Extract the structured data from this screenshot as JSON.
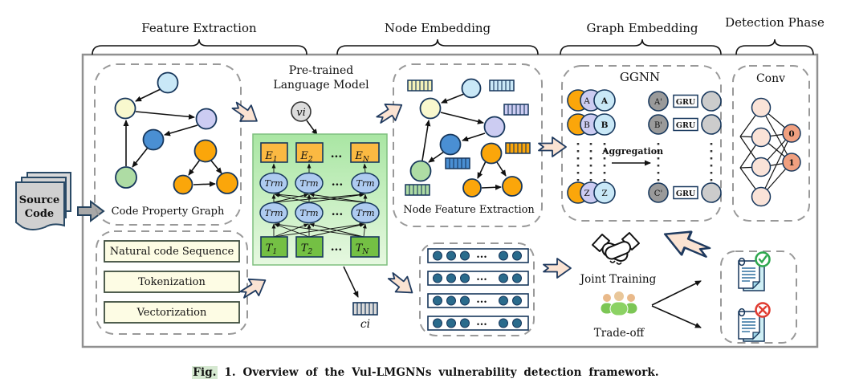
{
  "sections": {
    "feature_extraction": "Feature Extraction",
    "node_embedding": "Node Embedding",
    "graph_embedding": "Graph Embedding",
    "detection_phase": "Detection Phase"
  },
  "source_code": {
    "line1": "Source",
    "line2": "Code"
  },
  "feature_extraction": {
    "cpg_label": "Code Property Graph",
    "pipeline": [
      "Natural code Sequence",
      "Tokenization",
      "Vectorization"
    ]
  },
  "plm": {
    "title_line1": "Pre-trained",
    "title_line2": "Language Model",
    "node": "vi",
    "embeddings": [
      {
        "base": "E",
        "sub": "1"
      },
      {
        "base": "E",
        "sub": "2"
      },
      {
        "base": "E",
        "sub": "N"
      }
    ],
    "transformer": "Trm",
    "tokens": [
      {
        "base": "T",
        "sub": "1"
      },
      {
        "base": "T",
        "sub": "2"
      },
      {
        "base": "T",
        "sub": "N"
      }
    ],
    "ellipsis": "...",
    "context_vector": "ci"
  },
  "node_embedding": {
    "label": "Node Feature Extraction"
  },
  "matrix": {
    "ellipsis": "..."
  },
  "ggnn": {
    "title": "GGNN",
    "left_nodes": [
      "A",
      "B",
      "Z"
    ],
    "aggregation_label": "Aggregation",
    "right_nodes": [
      "A'",
      "B'",
      "C'"
    ],
    "gru_label": "GRU"
  },
  "detection": {
    "title": "Conv",
    "outputs": [
      "0",
      "1"
    ]
  },
  "joint_training": {
    "label": "Joint Training"
  },
  "trade_off": {
    "label": "Trade-off"
  },
  "caption": {
    "fig_label": "Fig.",
    "fig_number": "1.",
    "text": "Overview of the Vul-LMGNNs vulnerability detection framework."
  },
  "colors": {
    "arrow_fill": "#FBE3D2",
    "arrow_stroke": "#1F3A5F",
    "node_orange": "#FBA60A",
    "node_blue": "#4A8FD3",
    "node_light_blue": "#C9E8F7",
    "node_yellow": "#F8F8CE",
    "node_purple": "#CCCCF2",
    "node_green": "#AEDCA4",
    "plm_box_green": "#ABE7AB",
    "token_green": "#74C044",
    "embedding_orange": "#FBB942",
    "trm_blue": "#AECBF0",
    "matrix_dot_teal": "#2A6B8C",
    "gray_node": "#9A9A9A",
    "check_green": "#2FA84F",
    "cross_red": "#E03C31",
    "fig_highlight": "#D5E8D0"
  }
}
